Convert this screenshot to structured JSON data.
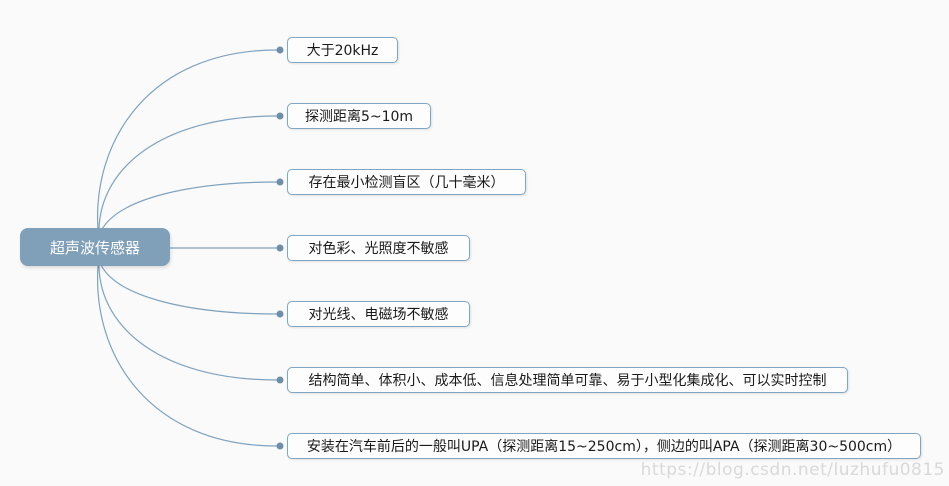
{
  "page": {
    "background": "#fafafa",
    "watermark": "https://blog.csdn.net/luzhufu0815"
  },
  "mindmap": {
    "root": {
      "label": "超声波传感器",
      "fill": "#7fa0b8",
      "text_color": "#ffffff"
    },
    "connector_color": "#7fa2be",
    "dot_color": "#6f8fa9",
    "child_border_color": "#7fa6c4",
    "child_fill": "#fdfdfe",
    "children": [
      {
        "label": "大于20kHz"
      },
      {
        "label": "探测距离5~10m"
      },
      {
        "label": "存在最小检测盲区（几十毫米）"
      },
      {
        "label": "对色彩、光照度不敏感"
      },
      {
        "label": "对光线、电磁场不敏感"
      },
      {
        "label": "结构简单、体积小、成本低、信息处理简单可靠、易于小型化集成化、可以实时控制"
      },
      {
        "label": "安装在汽车前后的一般叫UPA（探测距离15~250cm），侧边的叫APA（探测距离30~500cm）"
      }
    ]
  }
}
